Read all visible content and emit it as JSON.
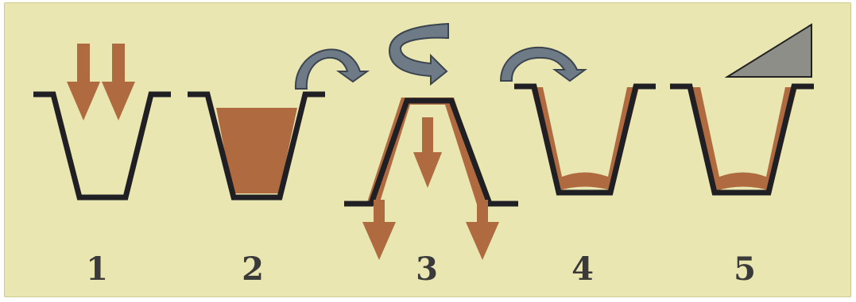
{
  "steps": [
    {
      "number": "1",
      "icon": "pour-arrows-icon"
    },
    {
      "number": "2",
      "icon": "invert-arrow-icon"
    },
    {
      "number": "3",
      "icon": "rotate-arrow-icon"
    },
    {
      "number": "4",
      "icon": "return-arrow-icon"
    },
    {
      "number": "5",
      "icon": "scraper-blade-icon"
    }
  ],
  "colors": {
    "background": "#e9e6b1",
    "mold": "#1f1f24",
    "slurry": "#b06a3f",
    "arrow_gray": "#6e7a86",
    "scraper": "#8e8e88",
    "label": "#3a3a3a"
  }
}
